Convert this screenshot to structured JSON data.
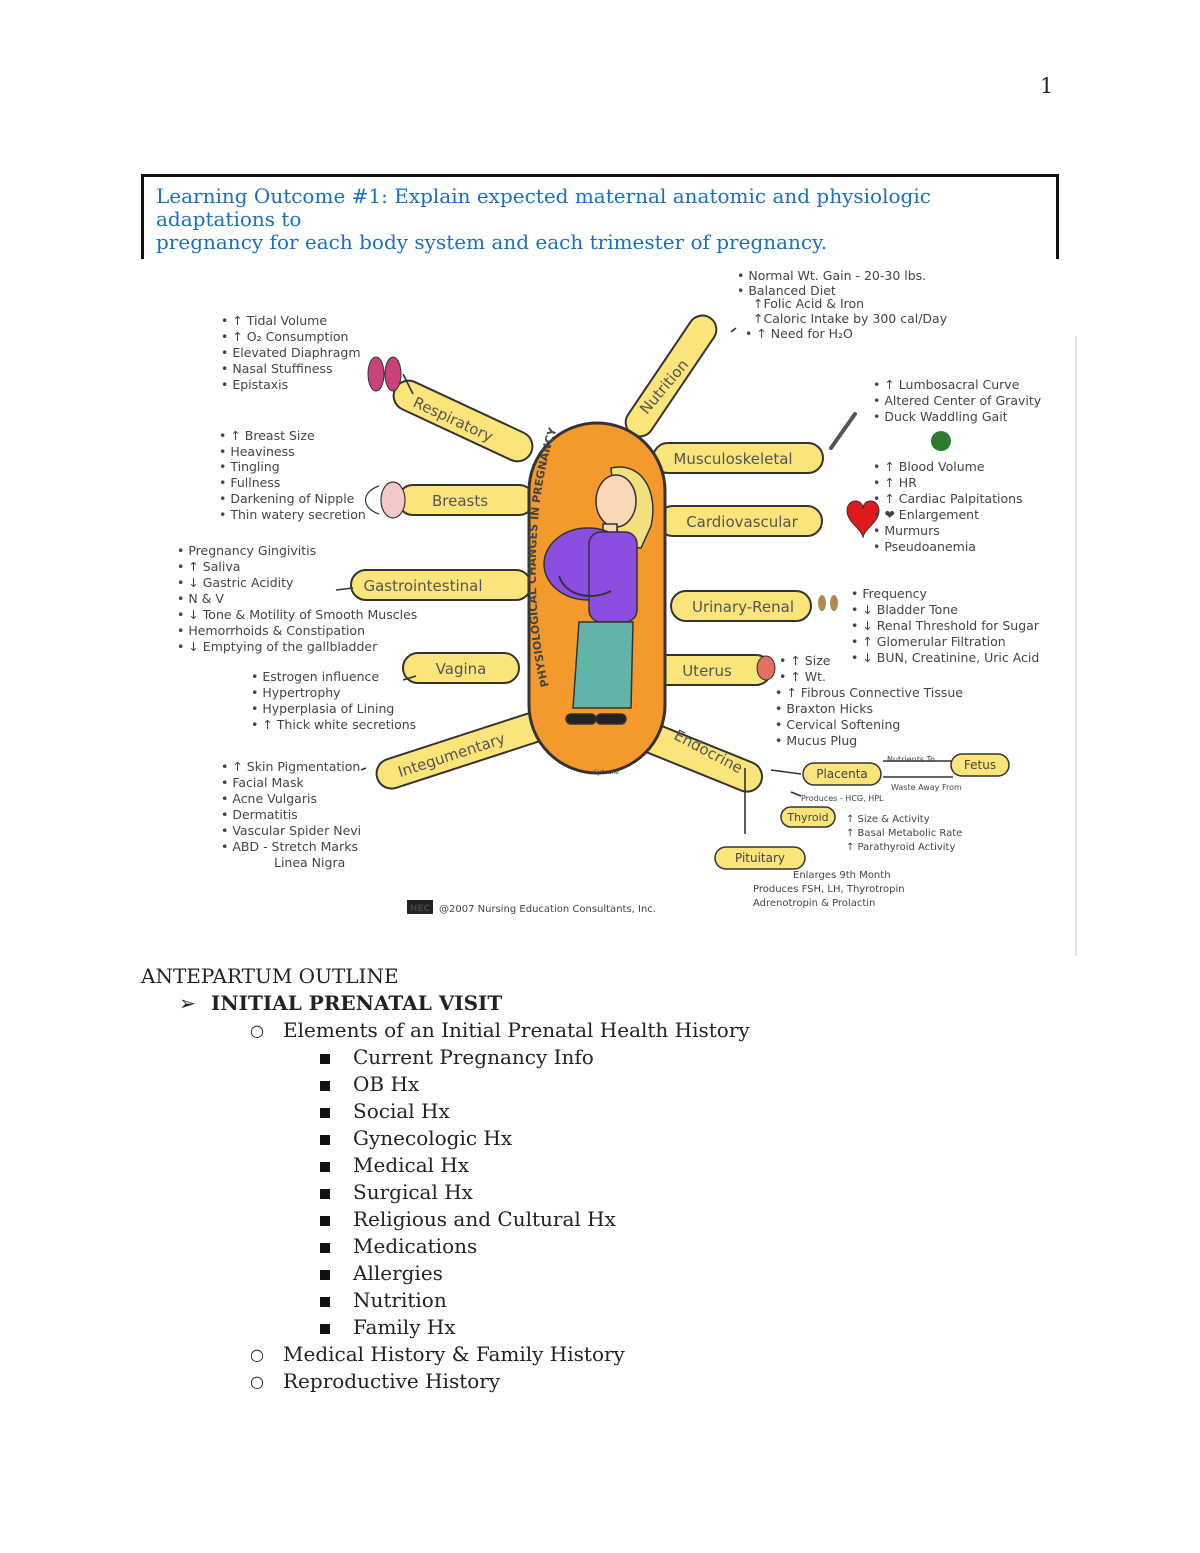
{
  "page_number": "1",
  "learning_outcome": {
    "line1": "Learning Outcome #1:  Explain expected maternal anatomic and physiologic adaptations to",
    "line2": "pregnancy for each body system and each trimester of pregnancy."
  },
  "diagram": {
    "center_title": "PHYSIOLOGICAL CHANGES IN PREGNANCY",
    "copyright": "@2007 Nursing Education Consultants, Inc.",
    "logo": "NEC",
    "artist_signature": "Gyhsulie",
    "labels": {
      "respiratory": "Respiratory",
      "breasts": "Breasts",
      "gastrointestinal": "Gastrointestinal",
      "vagina": "Vagina",
      "integumentary": "Integumentary",
      "nutrition": "Nutrition",
      "musculoskeletal": "Musculoskeletal",
      "cardiovascular": "Cardiovascular",
      "urinary_renal": "Urinary-Renal",
      "uterus": "Uterus",
      "endocrine": "Endocrine"
    },
    "nutrition_items": [
      "• Normal Wt. Gain - 20-30 lbs.",
      "• Balanced Diet",
      "↑Folic Acid & Iron",
      "↑Caloric Intake by 300 cal/Day",
      "• ↑ Need for H₂O"
    ],
    "respiratory_items": [
      "• ↑ Tidal Volume",
      "• ↑ O₂ Consumption",
      "• Elevated Diaphragm",
      "• Nasal Stuffiness",
      "• Epistaxis"
    ],
    "breasts_items": [
      "• ↑ Breast Size",
      "• Heaviness",
      "• Tingling",
      "• Fullness",
      "• Darkening of Nipple",
      "• Thin watery secretion"
    ],
    "gi_items": [
      "• Pregnancy Gingivitis",
      "• ↑ Saliva",
      "• ↓ Gastric Acidity",
      "• N & V",
      "• ↓ Tone & Motility of Smooth Muscles",
      "• Hemorrhoids & Constipation",
      "• ↓ Emptying of the gallbladder"
    ],
    "vagina_items": [
      "• Estrogen influence",
      "• Hypertrophy",
      "• Hyperplasia of Lining",
      "• ↑ Thick white secretions"
    ],
    "integumentary_items": [
      "• ↑ Skin Pigmentation",
      "• Facial Mask",
      "• Acne Vulgaris",
      "• Dermatitis",
      "• Vascular Spider Nevi",
      "• ABD - Stretch Marks",
      "Linea Nigra"
    ],
    "musculoskeletal_items": [
      "• ↑ Lumbosacral Curve",
      "• Altered Center of Gravity",
      "• Duck Waddling Gait"
    ],
    "cardiovascular_items": [
      "• ↑ Blood Volume",
      "• ↑ HR",
      "• ↑ Cardiac Palpitations",
      "• ❤ Enlargement",
      "• Murmurs",
      "• Pseudoanemia"
    ],
    "urinary_items": [
      "• Frequency",
      "• ↓ Bladder Tone",
      "• ↓ Renal Threshold for Sugar",
      "• ↑ Glomerular Filtration",
      "• ↓ BUN, Creatinine, Uric Acid"
    ],
    "uterus_items": [
      "• ↑ Size",
      "• ↑ Wt.",
      "• ↑ Fibrous Connective Tissue",
      "• Braxton Hicks",
      "• Cervical Softening",
      "• Mucus Plug"
    ],
    "endocrine": {
      "placenta": "Placenta",
      "fetus": "Fetus",
      "thyroid": "Thyroid",
      "pituitary": "Pituitary",
      "nutrients_to": "Nutrients To",
      "waste_away_from": "Waste Away From",
      "produces_hcg": "Produces - HCG, HPL",
      "thyroid_items": [
        "↑ Size & Activity",
        "↑ Basal Metabolic Rate",
        "↑ Parathyroid Activity"
      ],
      "pituitary_items": [
        "Enlarges 9th Month",
        "Produces FSH, LH, Thyrotropin",
        "Adrenotropin & Prolactin"
      ]
    }
  },
  "outline": {
    "title": "ANTEPARTUM OUTLINE",
    "section": "INITIAL PRENATAL VISIT",
    "section_marker": "➢",
    "sub_marker": "○",
    "subsection1": "Elements of an Initial Prenatal Health History",
    "items": [
      "Current Pregnancy Info",
      "OB Hx",
      "Social Hx",
      "Gynecologic Hx",
      "Medical Hx",
      "Surgical Hx",
      "Religious and Cultural Hx",
      "Medications",
      "Allergies",
      "Nutrition",
      "Family Hx"
    ],
    "subsection2": "Medical History & Family History",
    "subsection3": "Reproductive History"
  }
}
